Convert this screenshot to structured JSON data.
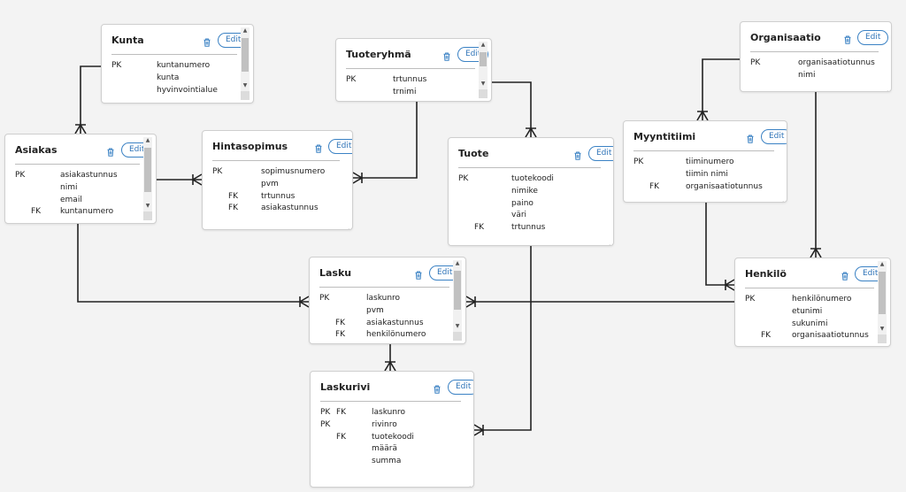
{
  "entities": [
    {
      "id": "kunta",
      "title": "Kunta",
      "edit": "Edit",
      "scroll": true,
      "fields": [
        {
          "k1": "PK",
          "k2": "",
          "name": "kuntanumero"
        },
        {
          "k1": "",
          "k2": "",
          "name": "kunta"
        },
        {
          "k1": "",
          "k2": "",
          "name": "hyvinvointialue"
        }
      ]
    },
    {
      "id": "asiakas",
      "title": "Asiakas",
      "edit": "Edit",
      "scroll": true,
      "fields": [
        {
          "k1": "PK",
          "k2": "",
          "name": "asiakastunnus"
        },
        {
          "k1": "",
          "k2": "",
          "name": "nimi"
        },
        {
          "k1": "",
          "k2": "",
          "name": "email"
        },
        {
          "k1": "",
          "k2": "FK",
          "name": "kuntanumero"
        }
      ]
    },
    {
      "id": "hintasopimus",
      "title": "Hintasopimus",
      "edit": "Edit",
      "scroll": false,
      "fields": [
        {
          "k1": "PK",
          "k2": "",
          "name": "sopimusnumero"
        },
        {
          "k1": "",
          "k2": "",
          "name": "pvm"
        },
        {
          "k1": "",
          "k2": "FK",
          "name": "trtunnus"
        },
        {
          "k1": "",
          "k2": "FK",
          "name": "asiakastunnus"
        }
      ]
    },
    {
      "id": "tuoteryhma",
      "title": "Tuoteryhmä",
      "edit": "Edit",
      "scroll": true,
      "fields": [
        {
          "k1": "PK",
          "k2": "",
          "name": "trtunnus"
        },
        {
          "k1": "",
          "k2": "",
          "name": "trnimi"
        }
      ]
    },
    {
      "id": "tuote",
      "title": "Tuote",
      "edit": "Edit",
      "scroll": false,
      "fields": [
        {
          "k1": "PK",
          "k2": "",
          "name": "tuotekoodi"
        },
        {
          "k1": "",
          "k2": "",
          "name": "nimike"
        },
        {
          "k1": "",
          "k2": "",
          "name": "paino"
        },
        {
          "k1": "",
          "k2": "",
          "name": "väri"
        },
        {
          "k1": "",
          "k2": "FK",
          "name": "trtunnus"
        }
      ]
    },
    {
      "id": "organisaatio",
      "title": "Organisaatio",
      "edit": "Edit",
      "scroll": false,
      "fields": [
        {
          "k1": "PK",
          "k2": "",
          "name": "organisaatiotunnus"
        },
        {
          "k1": "",
          "k2": "",
          "name": "nimi"
        }
      ]
    },
    {
      "id": "myyntitiimi",
      "title": "Myyntitiimi",
      "edit": "Edit",
      "scroll": false,
      "fields": [
        {
          "k1": "PK",
          "k2": "",
          "name": "tiiminumero"
        },
        {
          "k1": "",
          "k2": "",
          "name": "tiimin nimi"
        },
        {
          "k1": "",
          "k2": "FK",
          "name": "organisaatiotunnus"
        }
      ]
    },
    {
      "id": "henkilo",
      "title": "Henkilö",
      "edit": "Edit",
      "scroll": true,
      "fields": [
        {
          "k1": "PK",
          "k2": "",
          "name": "henkilönumero"
        },
        {
          "k1": "",
          "k2": "",
          "name": "etunimi"
        },
        {
          "k1": "",
          "k2": "",
          "name": "sukunimi"
        },
        {
          "k1": "",
          "k2": "FK",
          "name": "organisaatiotunnus"
        }
      ]
    },
    {
      "id": "lasku",
      "title": "Lasku",
      "edit": "Edit",
      "scroll": true,
      "fields": [
        {
          "k1": "PK",
          "k2": "",
          "name": "laskunro"
        },
        {
          "k1": "",
          "k2": "",
          "name": "pvm"
        },
        {
          "k1": "",
          "k2": "FK",
          "name": "asiakastunnus"
        },
        {
          "k1": "",
          "k2": "FK",
          "name": "henkilönumero"
        }
      ]
    },
    {
      "id": "laskurivi",
      "title": "Laskurivi",
      "edit": "Edit",
      "scroll": false,
      "fields": [
        {
          "k1": "PK",
          "k2": "FK",
          "name": "laskunro"
        },
        {
          "k1": "PK",
          "k2": "",
          "name": "rivinro"
        },
        {
          "k1": "",
          "k2": "FK",
          "name": "tuotekoodi"
        },
        {
          "k1": "",
          "k2": "",
          "name": "määrä"
        },
        {
          "k1": "",
          "k2": "",
          "name": "summa"
        }
      ]
    }
  ],
  "relationships": [
    {
      "from": "kunta",
      "to": "asiakas",
      "cardinality": "one-to-many"
    },
    {
      "from": "asiakas",
      "to": "hintasopimus",
      "cardinality": "one-to-many"
    },
    {
      "from": "tuoteryhma",
      "to": "hintasopimus",
      "cardinality": "one-to-many"
    },
    {
      "from": "tuoteryhma",
      "to": "tuote",
      "cardinality": "one-to-many"
    },
    {
      "from": "asiakas",
      "to": "lasku",
      "cardinality": "one-to-many"
    },
    {
      "from": "henkilo",
      "to": "lasku",
      "cardinality": "one-to-many"
    },
    {
      "from": "lasku",
      "to": "laskurivi",
      "cardinality": "one-to-many"
    },
    {
      "from": "tuote",
      "to": "laskurivi",
      "cardinality": "one-to-many"
    },
    {
      "from": "organisaatio",
      "to": "myyntitiimi",
      "cardinality": "one-to-many"
    },
    {
      "from": "organisaatio",
      "to": "henkilo",
      "cardinality": "one-to-many"
    },
    {
      "from": "myyntitiimi",
      "to": "henkilo",
      "cardinality": "one-to-many"
    }
  ]
}
